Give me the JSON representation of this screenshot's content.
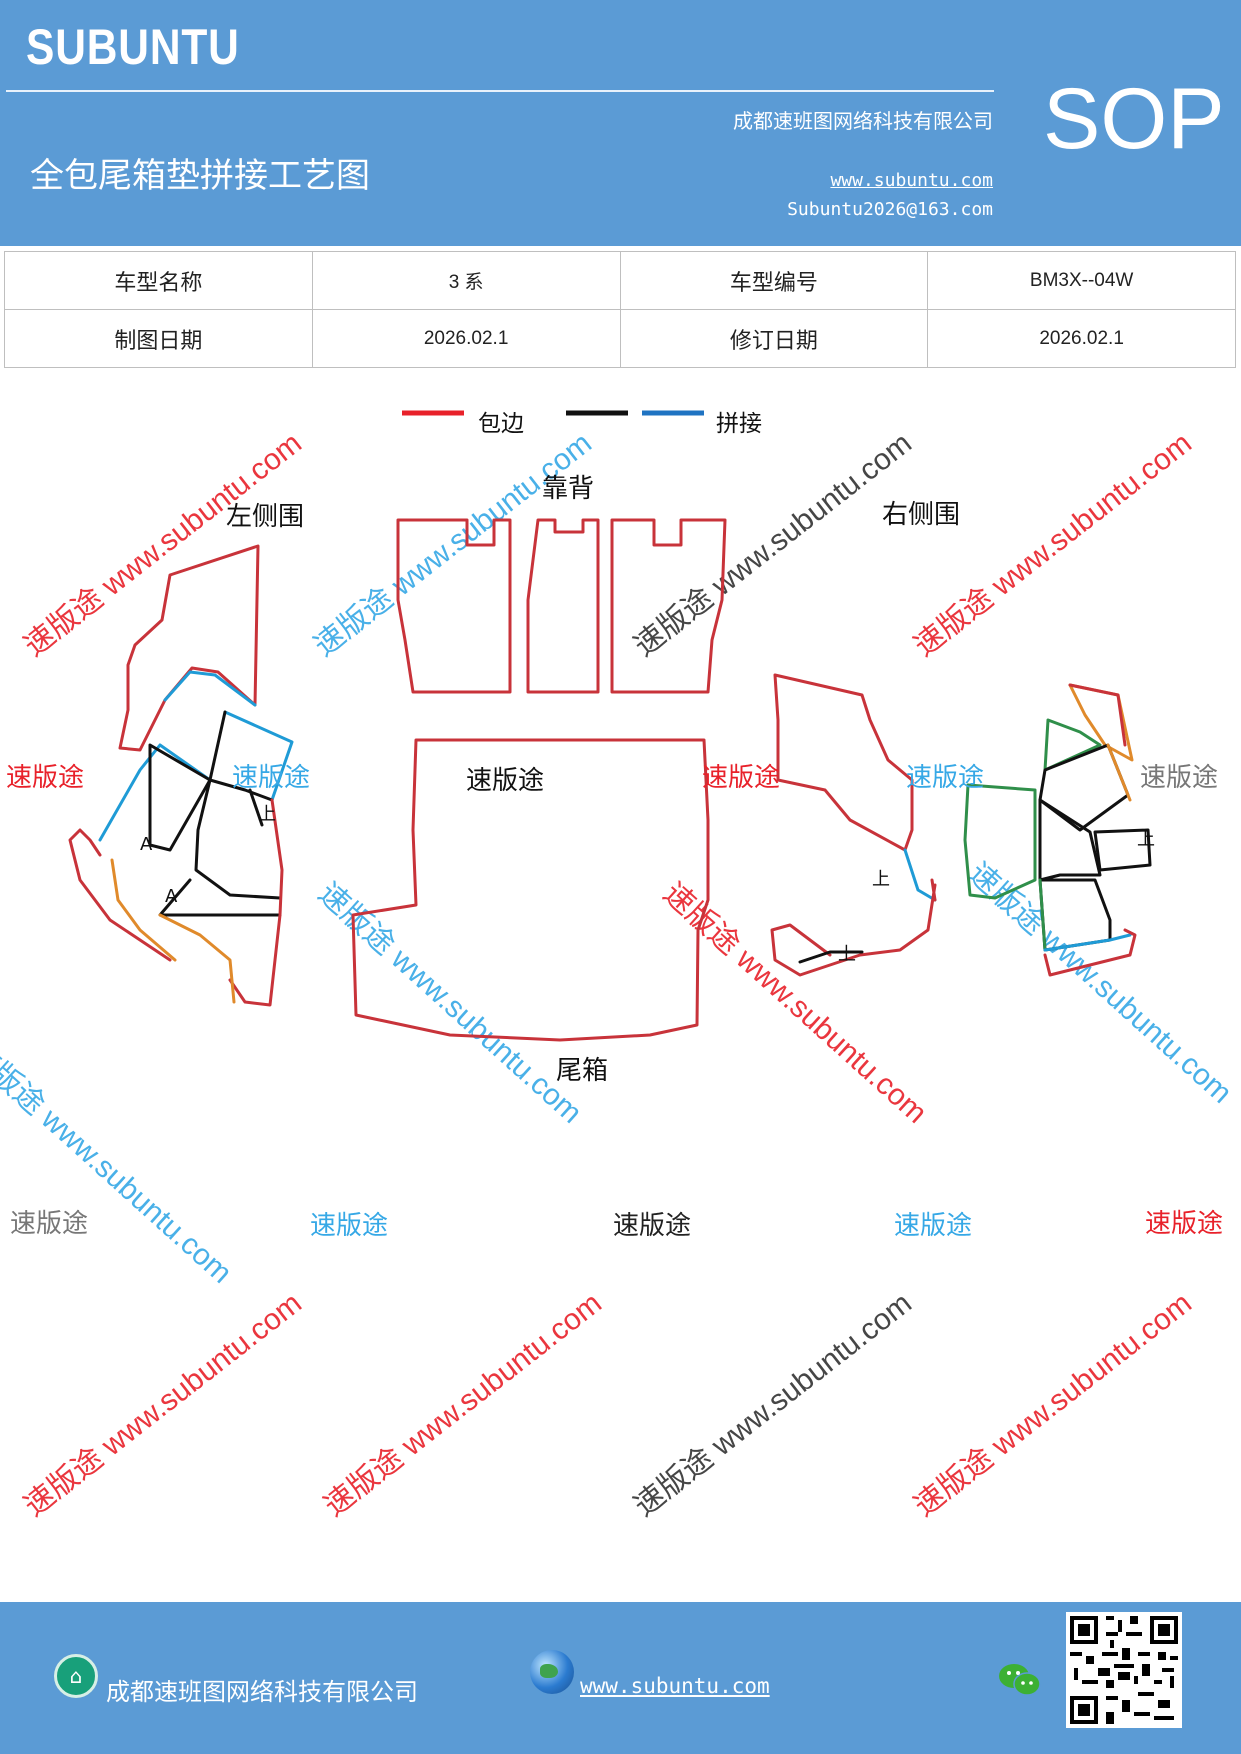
{
  "header": {
    "brand": "SUBUNTU",
    "company": "成都速班图网络科技有限公司",
    "sop": "SOP",
    "title": "全包尾箱垫拼接工艺图",
    "website": "www.subuntu.com",
    "email": "Subuntu2026@163.com"
  },
  "info": {
    "model_name_label": "车型名称",
    "model_name_value": "3 系",
    "model_code_label": "车型编号",
    "model_code_value": "BM3X--04W",
    "draw_date_label": "制图日期",
    "draw_date_value": "2026.02.1",
    "revise_date_label": "修订日期",
    "revise_date_value": "2026.02.1"
  },
  "legend": {
    "hem_label": "包边",
    "splice_label": "拼接",
    "colors": {
      "hem": "#e8212a",
      "seam": "#111111",
      "splice": "#1f73c2"
    }
  },
  "diagram": {
    "backrest": "靠背",
    "left_side": "左侧围",
    "right_side": "右侧围",
    "trunk": "尾箱",
    "trunk_watermark": "速版途",
    "marker_a": "A",
    "marker_top": "上"
  },
  "watermarks": {
    "brand_text": "速版途",
    "diagonal_text": "速版途 www.subuntu.com",
    "colors": {
      "red": "#e8212a",
      "blue": "#36a8e6",
      "gray": "#777777",
      "black": "#222222"
    }
  },
  "footer": {
    "company": "成都速班图网络科技有限公司",
    "website": "www.subuntu.com",
    "icons": [
      "home-icon",
      "globe-icon",
      "wechat-icon",
      "qr-code"
    ]
  }
}
